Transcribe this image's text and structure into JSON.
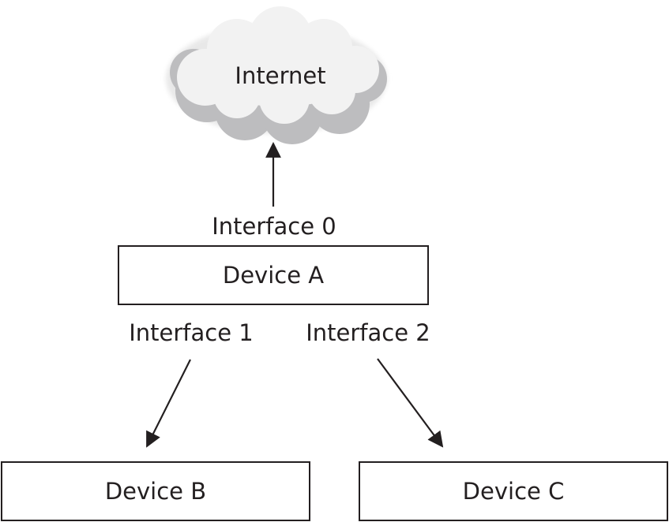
{
  "cloud": {
    "label": "Internet"
  },
  "device_a": {
    "label": "Device A"
  },
  "device_b": {
    "label": "Device B"
  },
  "device_c": {
    "label": "Device C"
  },
  "interfaces": {
    "if0": "Interface 0",
    "if1": "Interface 1",
    "if2": "Interface 2"
  },
  "colors": {
    "line": "#231f20",
    "cloud_fill": "#ececec",
    "cloud_shadow": "#bdbdbf"
  }
}
